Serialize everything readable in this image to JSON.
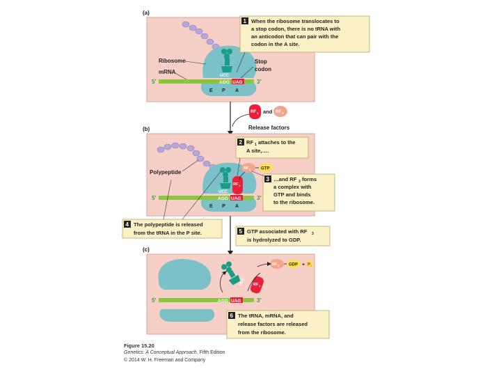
{
  "panels": {
    "a": "(a)",
    "b": "(b)",
    "c": "(c)"
  },
  "steps": [
    {
      "num": "1",
      "lines": [
        "When the ribosome translocates to",
        "a stop codon, there is no tRNA with",
        "an anticodon that can pair with the",
        "codon in the A site."
      ]
    },
    {
      "num": "2",
      "lines": [
        "RF",
        "attaches to the",
        "A site,…."
      ],
      "sub": "1"
    },
    {
      "num": "3",
      "lines": [
        "…and RF",
        "forms",
        "a complex with",
        "GTP and binds",
        "to the ribosome."
      ],
      "sub": "3"
    },
    {
      "num": "4",
      "lines": [
        "The polypeptide is released",
        "from the tRNA in the P site."
      ]
    },
    {
      "num": "5",
      "lines": [
        "GTP associated with RF",
        "is hydrolyzed to GDP."
      ],
      "sub": "3"
    },
    {
      "num": "6",
      "lines": [
        "The tRNA, mRNA, and",
        "release factors are released",
        "from the ribosome."
      ]
    }
  ],
  "labels": {
    "ribosome": "Ribosome",
    "mrna": "mRNA",
    "stop_codon_1": "Stop",
    "stop_codon_2": "codon",
    "five_prime": "5′",
    "three_prime": "3′",
    "site_e": "E",
    "site_p": "P",
    "site_a": "A",
    "anticodon": "UCC",
    "codon_seq_1": "AGG",
    "codon_seq_2": "UAG",
    "rf1": "RF",
    "rf1_sub": "1",
    "rf3": "RF",
    "rf3_sub": "3",
    "and": "and",
    "release_factors": "Release factors",
    "polypeptide": "Polypeptide",
    "gtp": "GTP",
    "gdp": "GDP",
    "plus": "+",
    "pi": "P",
    "pi_sub": "i"
  },
  "caption": {
    "figure": "Figure 15.20",
    "book": "Genetics: A Conceptual Approach,",
    "edition": " Fifth Edition",
    "copyright": "© 2014 W. H. Freeman and Company"
  },
  "colors": {
    "panel_bg": "#f6cfc6",
    "panel_border": "#d6a79d",
    "ribosome": "#7cc1c7",
    "mrna": "#8cc63f",
    "stop_codon": "#e8203a",
    "trna": "#1a9d86",
    "rf1": "#e8203a",
    "rf3": "#f3a58c",
    "gtp": "#ffe14d",
    "amino_acid": "#b7a8dc",
    "callout_bg": "#fbf1c6",
    "callout_border": "#b9a76a",
    "arrow": "#222222"
  }
}
